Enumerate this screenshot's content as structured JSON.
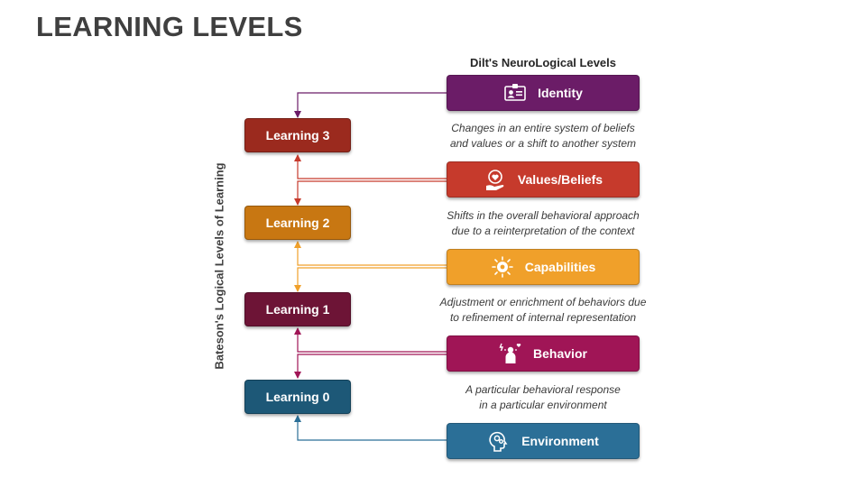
{
  "title": "LEARNING LEVELS",
  "dilts_title": "Dilt's NeuroLogical Levels",
  "side_label": "Bateson's Logical Levels of Learning",
  "learning_levels": [
    {
      "label": "Learning 3",
      "color": "#9b2a1e"
    },
    {
      "label": "Learning 2",
      "color": "#c87712"
    },
    {
      "label": "Learning 1",
      "color": "#6d1436"
    },
    {
      "label": "Learning 0",
      "color": "#1d5877"
    }
  ],
  "dilts_levels": [
    {
      "label": "Identity",
      "color": "#6b1c67",
      "icon": "id-card-icon"
    },
    {
      "label": "Values/Beliefs",
      "color": "#c63a2c",
      "icon": "heart-hand-icon"
    },
    {
      "label": "Capabilities",
      "color": "#f0a02a",
      "icon": "brain-gear-icon"
    },
    {
      "label": "Behavior",
      "color": "#a01556",
      "icon": "person-emotion-icon"
    },
    {
      "label": "Environment",
      "color": "#2b6f97",
      "icon": "head-gears-icon"
    }
  ],
  "descriptions": [
    {
      "line1": "Changes in an entire system of beliefs",
      "line2": "and values or a shift to another system"
    },
    {
      "line1": "Shifts in the overall behavioral approach",
      "line2": "due to a reinterpretation of the context"
    },
    {
      "line1": "Adjustment or enrichment of behaviors due",
      "line2": "to refinement of internal representation"
    },
    {
      "line1": "A particular behavioral response",
      "line2": "in a particular environment"
    }
  ]
}
